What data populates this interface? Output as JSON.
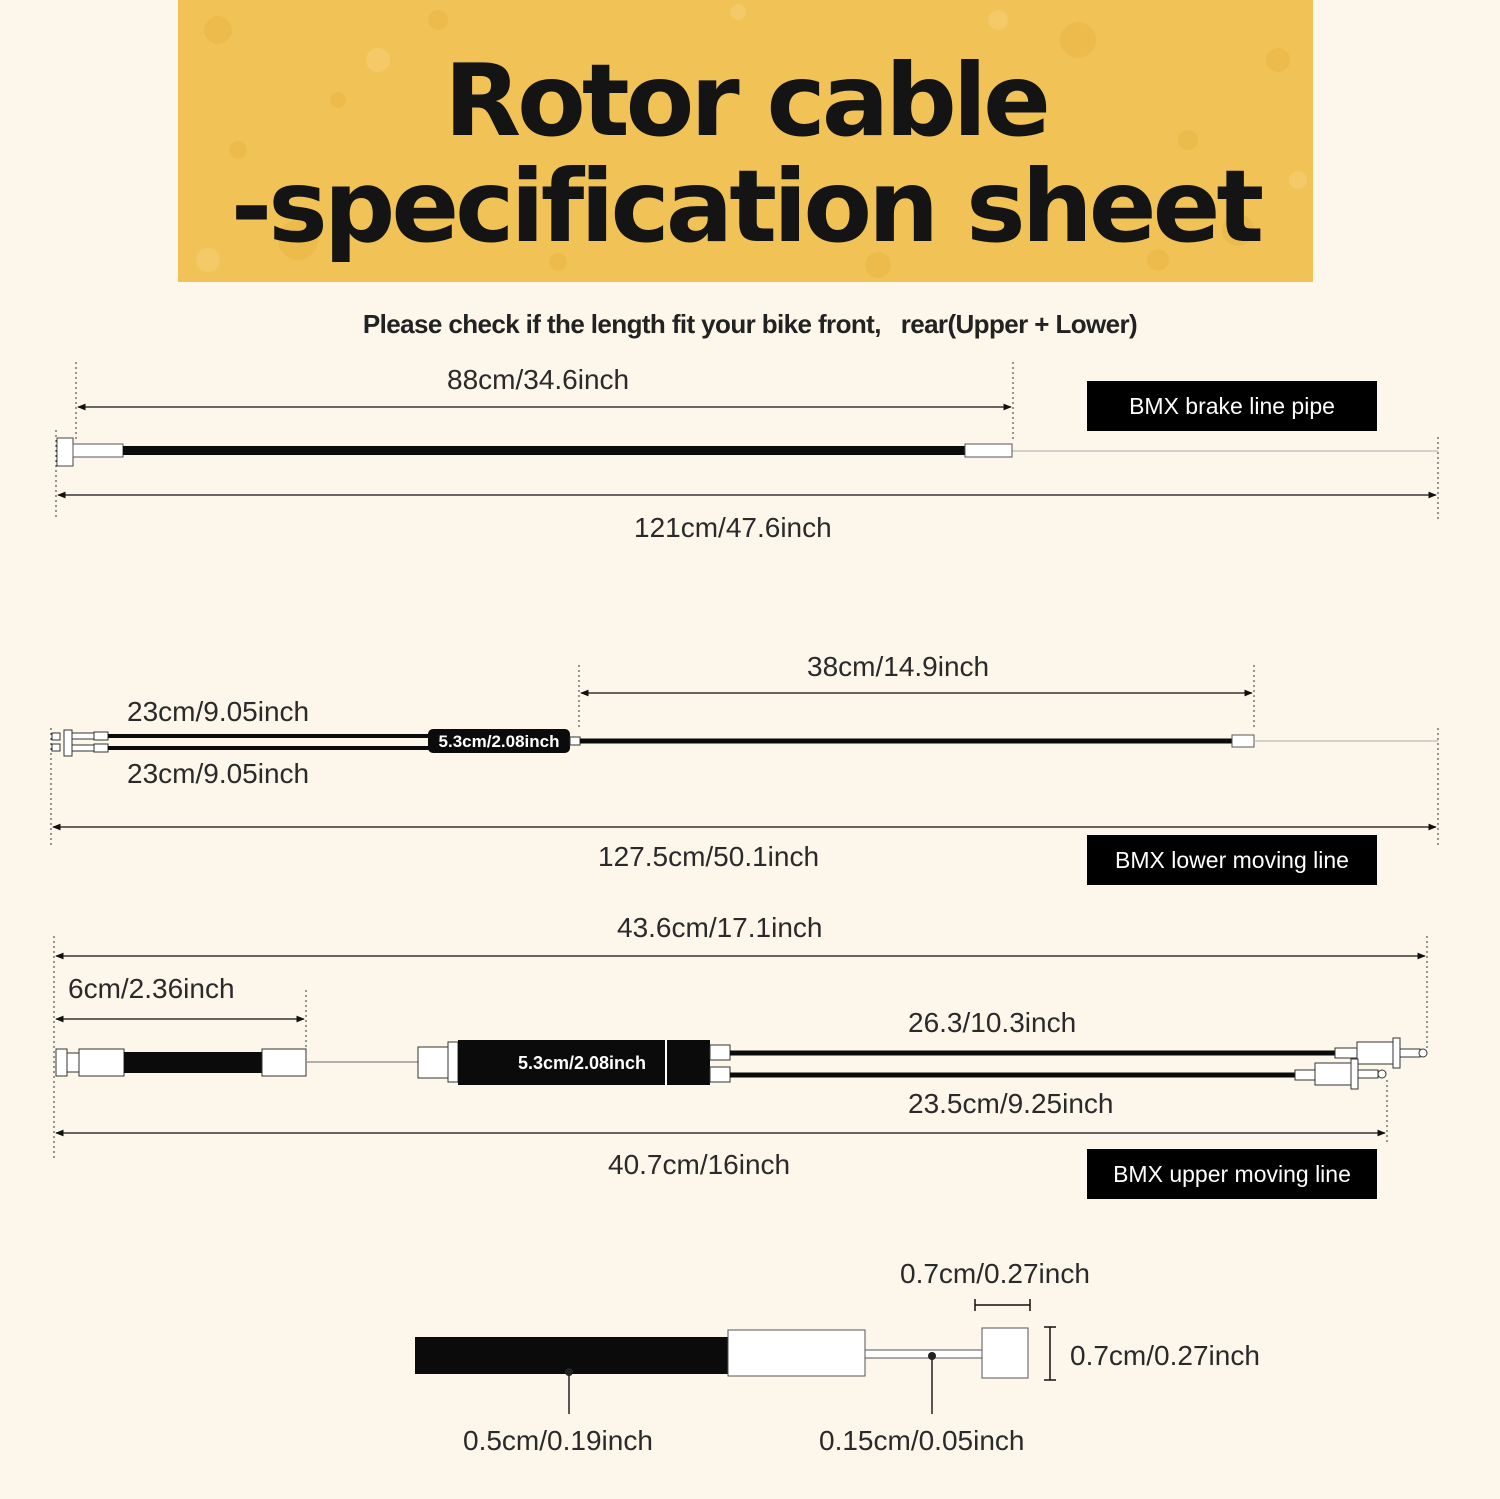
{
  "header": {
    "title_line1": "Rotor cable",
    "title_line2": "-specification sheet",
    "subtitle": "Please check if the length fit your bike front,   rear(Upper + Lower)"
  },
  "brake_pipe": {
    "tag": "BMX brake line pipe",
    "inner_length": "88cm/34.6inch",
    "total_length": "121cm/47.6inch"
  },
  "lower_line": {
    "tag": "BMX lower moving line",
    "branch_top": "23cm/9.05inch",
    "branch_bottom": "23cm/9.05inch",
    "splitter": "5.3cm/2.08inch",
    "housing_length": "38cm/14.9inch",
    "total_length": "127.5cm/50.1inch"
  },
  "upper_line": {
    "tag": "BMX upper moving line",
    "total_length": "43.6cm/17.1inch",
    "short_housing": "6cm/2.36inch",
    "splitter": "5.3cm/2.08inch",
    "branch_top": "26.3/10.3inch",
    "branch_bottom": "23.5cm/9.25inch",
    "bottom_length": "40.7cm/16inch"
  },
  "detail": {
    "end_width": "0.7cm/0.27inch",
    "end_height": "0.7cm/0.27inch",
    "housing_diameter": "0.5cm/0.19inch",
    "wire_diameter": "0.15cm/0.05inch"
  },
  "colors": {
    "banner": "#f1c356",
    "background": "#fdf6ea",
    "tag_bg": "#000000",
    "tag_text": "#ffffff"
  }
}
